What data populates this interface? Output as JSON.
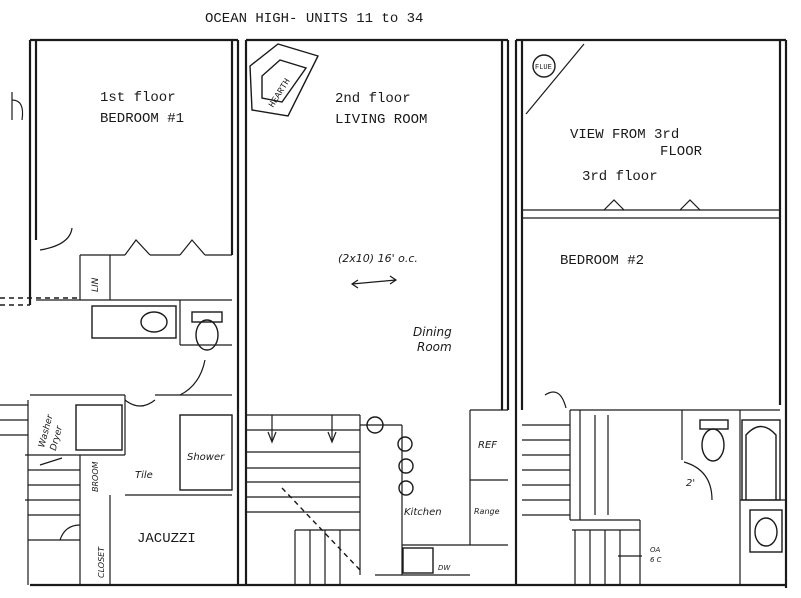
{
  "title": "OCEAN HIGH- UNITS 11 to 34",
  "rooms": {
    "floor1": "1st floor",
    "bedroom1": "BEDROOM #1",
    "floor2": "2nd floor",
    "living": "LIVING ROOM",
    "view": "VIEW FROM 3rd",
    "view_floor": "FLOOR",
    "floor3": "3rd floor",
    "bedroom2": "BEDROOM #2",
    "jacuzzi": "JACUZZI"
  },
  "annotations": {
    "hearth": "HEARTH",
    "joist": "(2x10) 16' o.c.",
    "dining_1": "Dining",
    "dining_2": "Room",
    "ref": "REF",
    "range": "Range",
    "kitchen": "Kitchen",
    "shower": "Shower",
    "tile": "Tile",
    "washer_dryer_1": "Washer",
    "washer_dryer_2": "Dryer",
    "linen": "LIN",
    "broom": "BROOM",
    "closet": "CLOSET",
    "flue": "FLUE",
    "dw": "DW",
    "two_feet": "2'",
    "oa": "OA",
    "oc": "6 C"
  }
}
